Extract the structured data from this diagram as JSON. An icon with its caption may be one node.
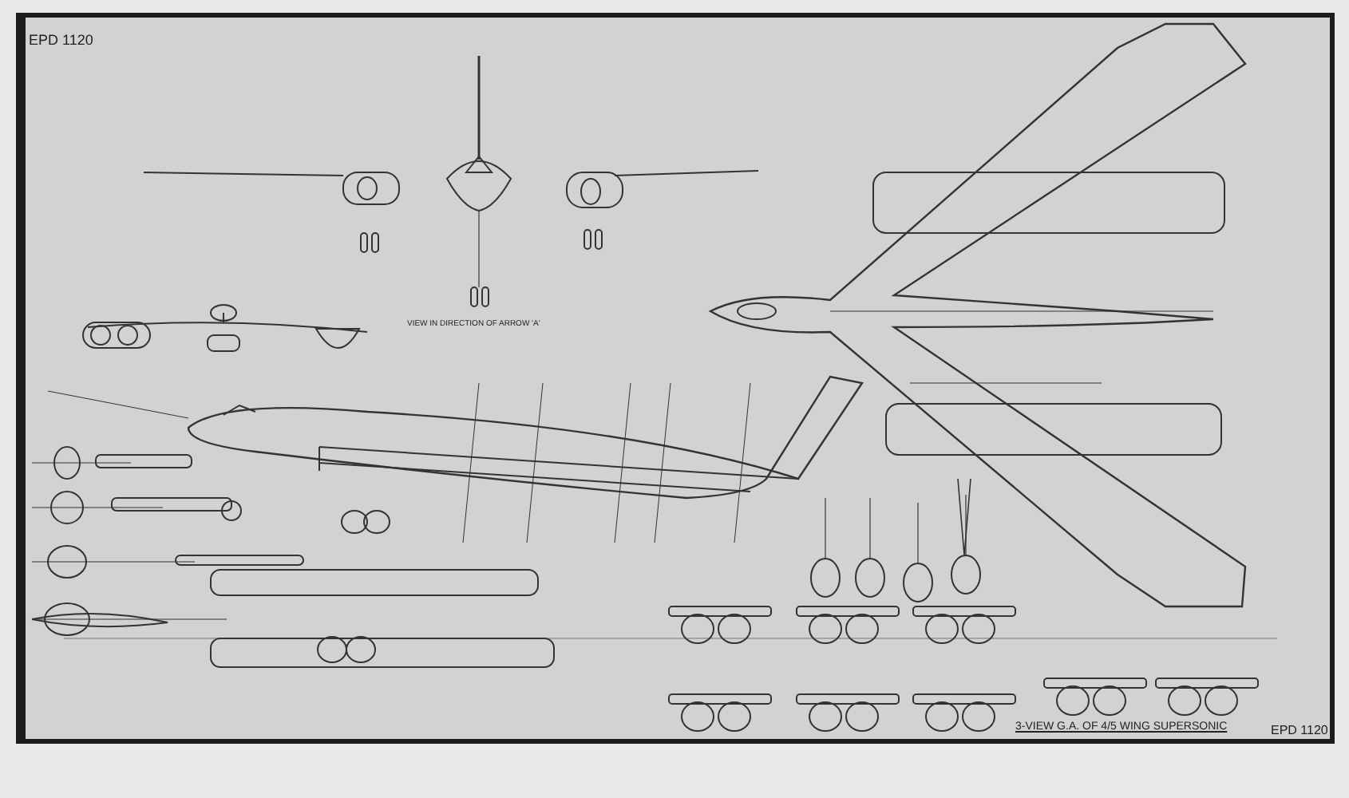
{
  "diagram": {
    "title": "3-VIEW G.A. OF 4/5 WING SUPERSONIC",
    "labels": [
      "EPD 1120",
      "VIEW IN DIRECTION OF ARROW 'A'",
      "EPD 1120"
    ]
  }
}
